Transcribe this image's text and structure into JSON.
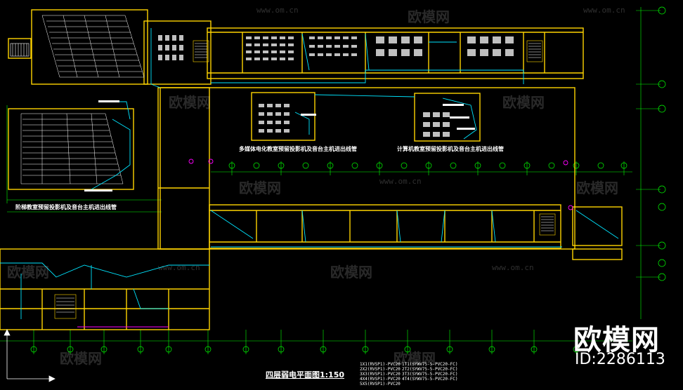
{
  "plan_title": "四层弱电平面图1:150",
  "room_labels": [
    "多媒体电化教室预留投影机及音台主机进出线管",
    "计算机教室预留投影机及音台主机进出线管",
    "阶梯教室预留投影机及音台主机进出线管"
  ],
  "legend_left": [
    "1X1(RVSP1)-PVC20",
    "2X2(RVSP1)-PVC20",
    "3X3(RVSP1)-PVC20",
    "4X4(RVSP1)-PVC20",
    "5X5(RVSP1)-PVC20"
  ],
  "legend_right": [
    "1T1(SYWV75-5-PVC20-FC)",
    "2T2(SYWV75-5-PVC20-FC)",
    "3T3(SYWV75-5-PVC20-FC)",
    "4T4(SYWV75-5-PVC20-FC)"
  ],
  "watermark_text": "欧模网",
  "watermark_url": "www.om.cn",
  "brand_name": "欧模网",
  "brand_id": "ID:2286113",
  "colors": {
    "background": "#000000",
    "wall": "#ffd400",
    "wiring": "#00e5ff",
    "axis": "#00ff00",
    "furniture": "#ffffff",
    "annotation": "#ff00ff"
  }
}
